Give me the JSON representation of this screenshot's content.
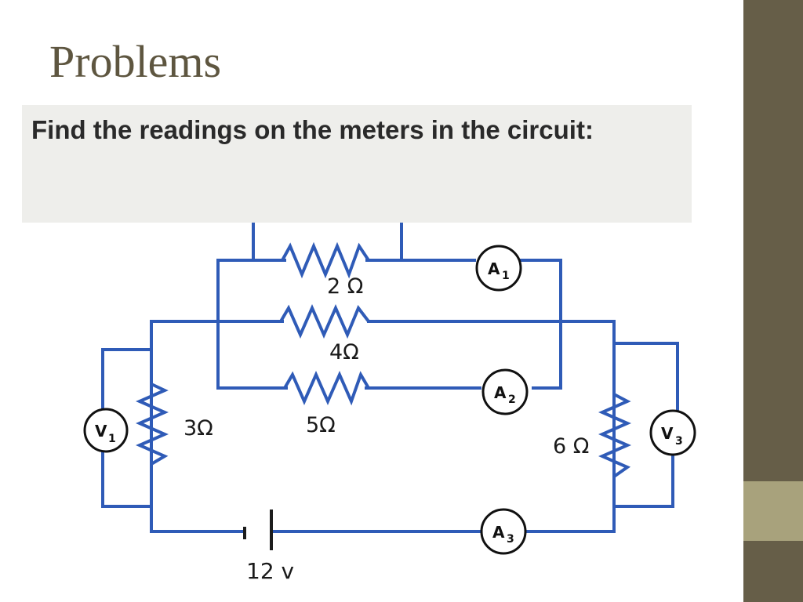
{
  "slide": {
    "title": "Problems",
    "problem_text": "Find the readings on the meters in the circuit:"
  },
  "circuit": {
    "battery": {
      "label": "12 v"
    },
    "resistors": [
      {
        "id": "R1",
        "label": "2 Ω"
      },
      {
        "id": "R2",
        "label": "4Ω"
      },
      {
        "id": "R3",
        "label": "5Ω"
      },
      {
        "id": "R4",
        "label": "3Ω"
      },
      {
        "id": "R5",
        "label": "6 Ω"
      }
    ],
    "meters": [
      {
        "id": "A1",
        "letter": "A",
        "sub": "1"
      },
      {
        "id": "A2",
        "letter": "A",
        "sub": "2"
      },
      {
        "id": "A3",
        "letter": "A",
        "sub": "3"
      },
      {
        "id": "V1",
        "letter": "V",
        "sub": "1"
      },
      {
        "id": "V3",
        "letter": "V",
        "sub": "3"
      }
    ]
  },
  "colors": {
    "wire": "#2f5bb7",
    "sidebar": "#665e48",
    "sidebar_accent": "#a8a27c",
    "title": "#5e5640",
    "problem_box": "#eeeeeb"
  }
}
